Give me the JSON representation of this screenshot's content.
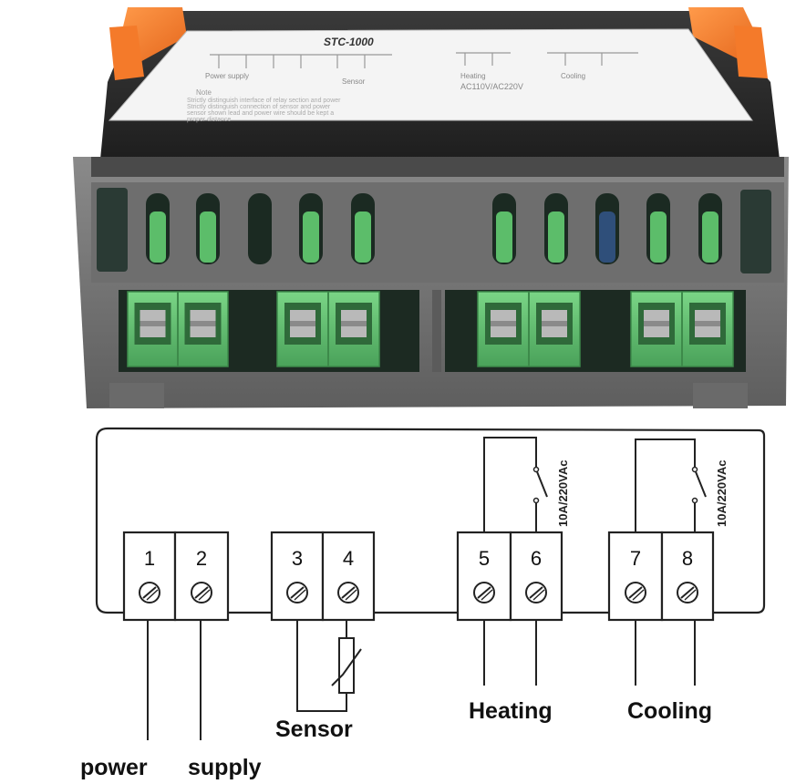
{
  "device": {
    "model": "STC-1000",
    "label_terminals_left": "Power supply",
    "label_sensor": "Sensor",
    "label_heating": "Heating",
    "label_cooling": "Cooling",
    "label_rating": "AC110V/AC220V",
    "note_title": "Note",
    "note_text": [
      "Strictly distinguish interface of relay section and power",
      "Strictly distinguish connection of sensor and power",
      "sensor shown lead and power wire should be kept a",
      "proper distance"
    ]
  },
  "wiring": {
    "terminals": [
      {
        "number": "1"
      },
      {
        "number": "2"
      },
      {
        "number": "3"
      },
      {
        "number": "4"
      },
      {
        "number": "5"
      },
      {
        "number": "6"
      },
      {
        "number": "7"
      },
      {
        "number": "8"
      }
    ],
    "relay_rating": "10A/220VAc",
    "labels": {
      "power": "power",
      "supply": "supply",
      "sensor": "Sensor",
      "heating": "Heating",
      "cooling": "Cooling"
    }
  },
  "colors": {
    "housing": "#7a7a7a",
    "housing_dark": "#555555",
    "terminal_green": "#5fbf6e",
    "terminal_dark_green": "#3d8a4a",
    "clip_orange": "#f47a2a",
    "pcb_dark": "#1c2a22",
    "line": "#222222"
  }
}
